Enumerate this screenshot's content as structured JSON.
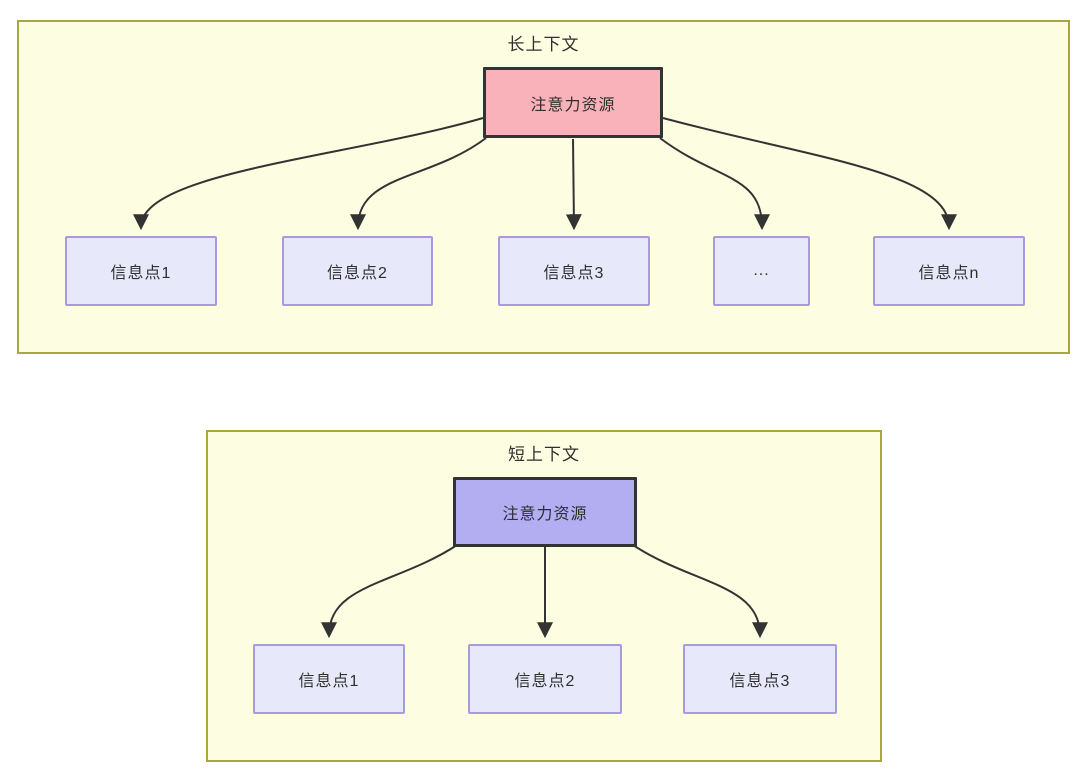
{
  "long_panel": {
    "title": "长上下文",
    "attention_label": "注意力资源",
    "info_points": [
      "信息点1",
      "信息点2",
      "信息点3",
      "...",
      "信息点n"
    ]
  },
  "short_panel": {
    "title": "短上下文",
    "attention_label": "注意力资源",
    "info_points": [
      "信息点1",
      "信息点2",
      "信息点3"
    ]
  },
  "colors": {
    "panel_fill": "#fdfde1",
    "panel_border": "#a8a83a",
    "attention_long_fill": "#f9b2b9",
    "attention_short_fill": "#b3adf2",
    "attention_border": "#333333",
    "info_fill": "#e8e8fb",
    "info_border": "#a89ade",
    "edge_stroke": "#333333",
    "text": "#2f2f2f"
  }
}
